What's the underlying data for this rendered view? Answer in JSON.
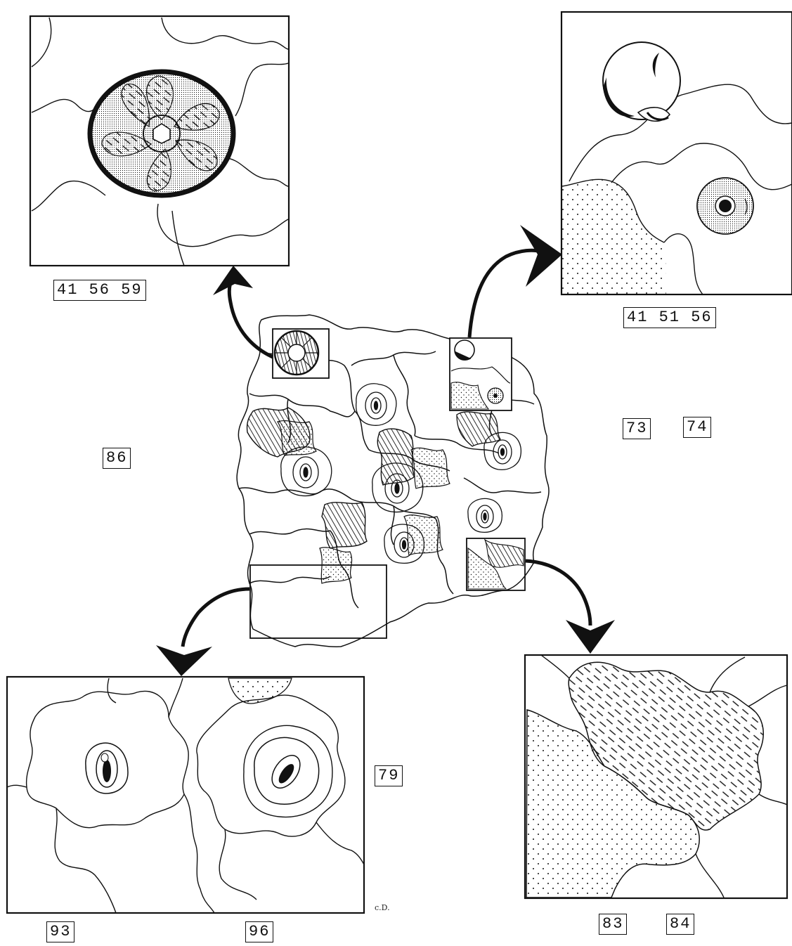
{
  "labels": {
    "top_left": "41 56 59",
    "top_right": "41 51 56",
    "right_a": "73",
    "right_b": "74",
    "left": "86",
    "bottom_right_side": "79",
    "bottom_left_a": "93",
    "bottom_left_b": "96",
    "bottom_right_a": "83",
    "bottom_right_b": "84"
  },
  "signature": "c.D."
}
